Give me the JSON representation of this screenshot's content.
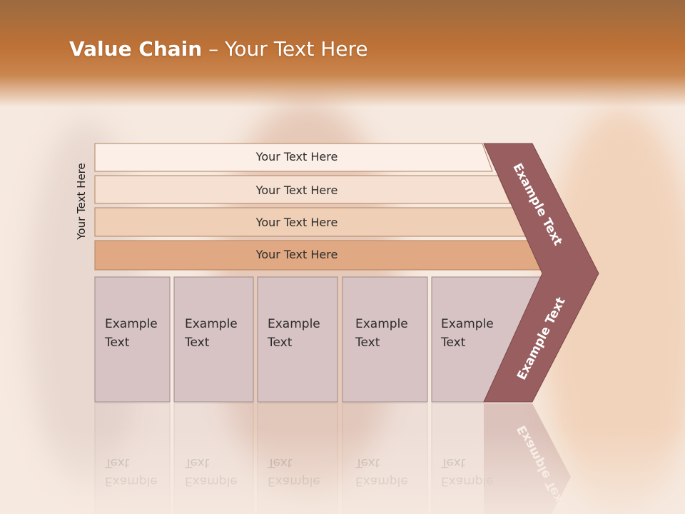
{
  "title": {
    "bold": "Value Chain",
    "rest": " – Your Text Here"
  },
  "side_label": "Your Text Here",
  "rows": [
    "Your Text Here",
    "Your Text Here",
    "Your Text Here",
    "Your Text Here"
  ],
  "boxes": [
    {
      "line1": "Example",
      "line2": "Text"
    },
    {
      "line1": "Example",
      "line2": "Text"
    },
    {
      "line1": "Example",
      "line2": "Text"
    },
    {
      "line1": "Example",
      "line2": "Text"
    },
    {
      "line1": "Example",
      "line2": "Text"
    }
  ],
  "arrow": {
    "upper": "Example Text",
    "lower": "Example Text"
  },
  "colors": {
    "header": "#bf7236",
    "row1": "#fbefe7",
    "row2": "#f6e0d1",
    "row3": "#efcfb5",
    "row4": "#e0a983",
    "box_fill": "#d8c3c4",
    "arrow": "#995f60"
  }
}
